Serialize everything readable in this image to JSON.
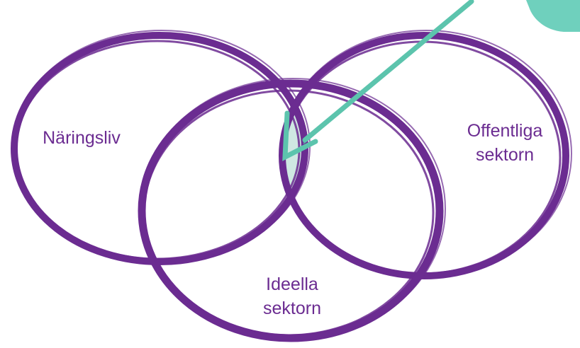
{
  "circles": {
    "business": {
      "label": "Näringsliv"
    },
    "public": {
      "label_line1": "Offentliga",
      "label_line2": "sektorn"
    },
    "nonprofit": {
      "label_line1": "Ideella",
      "label_line2": "sektorn"
    }
  },
  "colors": {
    "ring": "#6b2c91",
    "overlap": "#cfe8e2",
    "arrow": "#5cc4ad",
    "callout": "#6fd0bd",
    "label": "#6b2c91"
  }
}
